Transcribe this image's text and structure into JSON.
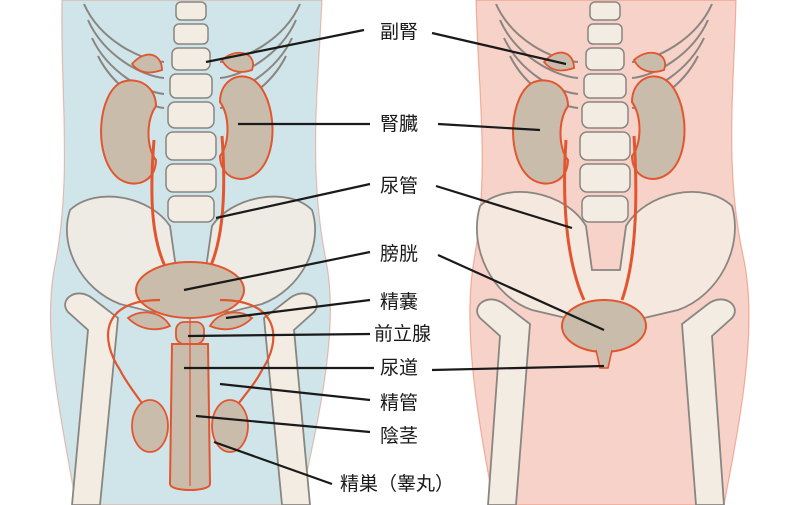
{
  "labels": {
    "adrenal": "副腎",
    "kidney": "腎臓",
    "ureter": "尿管",
    "bladder": "膀胱",
    "seminal_vesicle": "精嚢",
    "prostate": "前立腺",
    "urethra": "尿道",
    "vas_deferens": "精管",
    "penis": "陰茎",
    "testis": "精巣（睾丸）"
  },
  "colors": {
    "male_body": "#cfe5ea",
    "female_body": "#f7d2c8",
    "bone_fill": "#f3ece3",
    "bone_line": "#8a8580",
    "organ_fill": "#c9bcaa",
    "organ_line": "#e2552f",
    "leader_line": "#1a1a1a"
  }
}
